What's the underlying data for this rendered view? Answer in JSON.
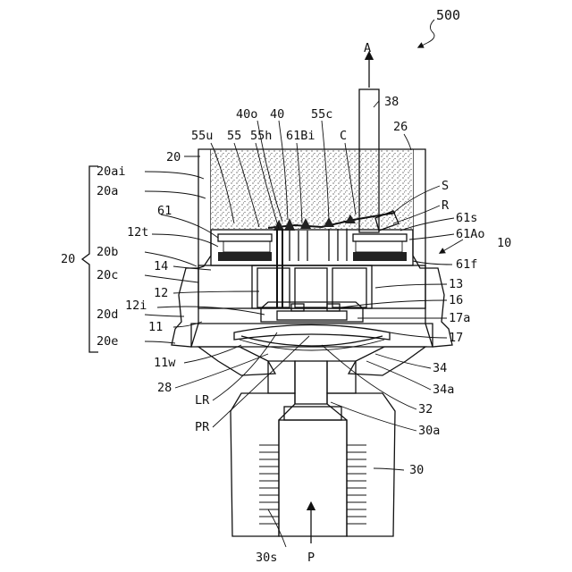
{
  "figure": {
    "number": "500",
    "arrow_top": "A",
    "arrow_bottom": "P",
    "brace_label": "20"
  },
  "labels": {
    "l38": "38",
    "l40o": "40o",
    "l40": "40",
    "l55c": "55c",
    "l55u": "55u",
    "l55": "55",
    "l55h": "55h",
    "l61Bi": "61Bi",
    "lC": "C",
    "l26": "26",
    "l20": "20",
    "l20ai": "20ai",
    "l20a": "20a",
    "lS": "S",
    "l61": "61",
    "lR": "R",
    "l61s": "61s",
    "l12t": "12t",
    "l61Ao": "61Ao",
    "l10": "10",
    "l20b": "20b",
    "l61f": "61f",
    "l14": "14",
    "l20c": "20c",
    "l13": "13",
    "l12": "12",
    "l16": "16",
    "l12i": "12i",
    "l17a": "17a",
    "l20d": "20d",
    "l11": "11",
    "l17": "17",
    "l20e": "20e",
    "l11w": "11w",
    "l34": "34",
    "l34a": "34a",
    "l28": "28",
    "lLR": "LR",
    "l32": "32",
    "lPR": "PR",
    "l30a": "30a",
    "l30": "30",
    "l30s": "30s"
  }
}
